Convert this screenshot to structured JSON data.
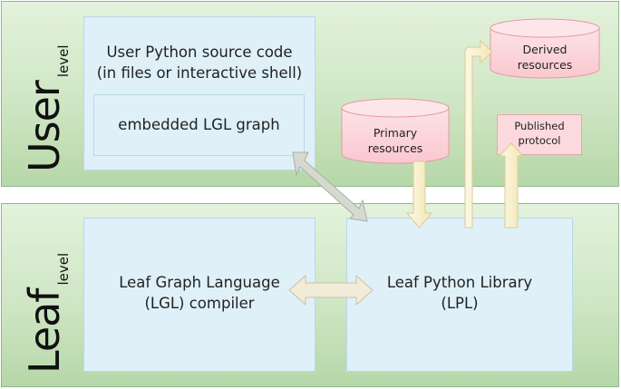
{
  "user_level": {
    "title": "User",
    "subtitle": "level"
  },
  "leaf_level": {
    "title": "Leaf",
    "subtitle": "level"
  },
  "user_source": {
    "line1": "User Python source code",
    "line2": "(in files or interactive shell)"
  },
  "embedded_graph": {
    "label": "embedded LGL graph"
  },
  "primary_resources": {
    "line1": "Primary",
    "line2": "resources"
  },
  "derived_resources": {
    "line1": "Derived",
    "line2": "resources"
  },
  "published_protocol": {
    "line1": "Published",
    "line2": "protocol"
  },
  "lgl_compiler": {
    "line1": "Leaf Graph Language",
    "line2": "(LGL) compiler"
  },
  "lpl": {
    "line1": "Leaf Python Library",
    "line2": "(LPL)"
  },
  "colors": {
    "band_green": "#cfe6c4",
    "box_blue": "#dff0f9",
    "resource_pink": "#fbd3d8",
    "arrow_cream": "#fbf3d2",
    "arrow_gray": "#d4d7cf"
  }
}
